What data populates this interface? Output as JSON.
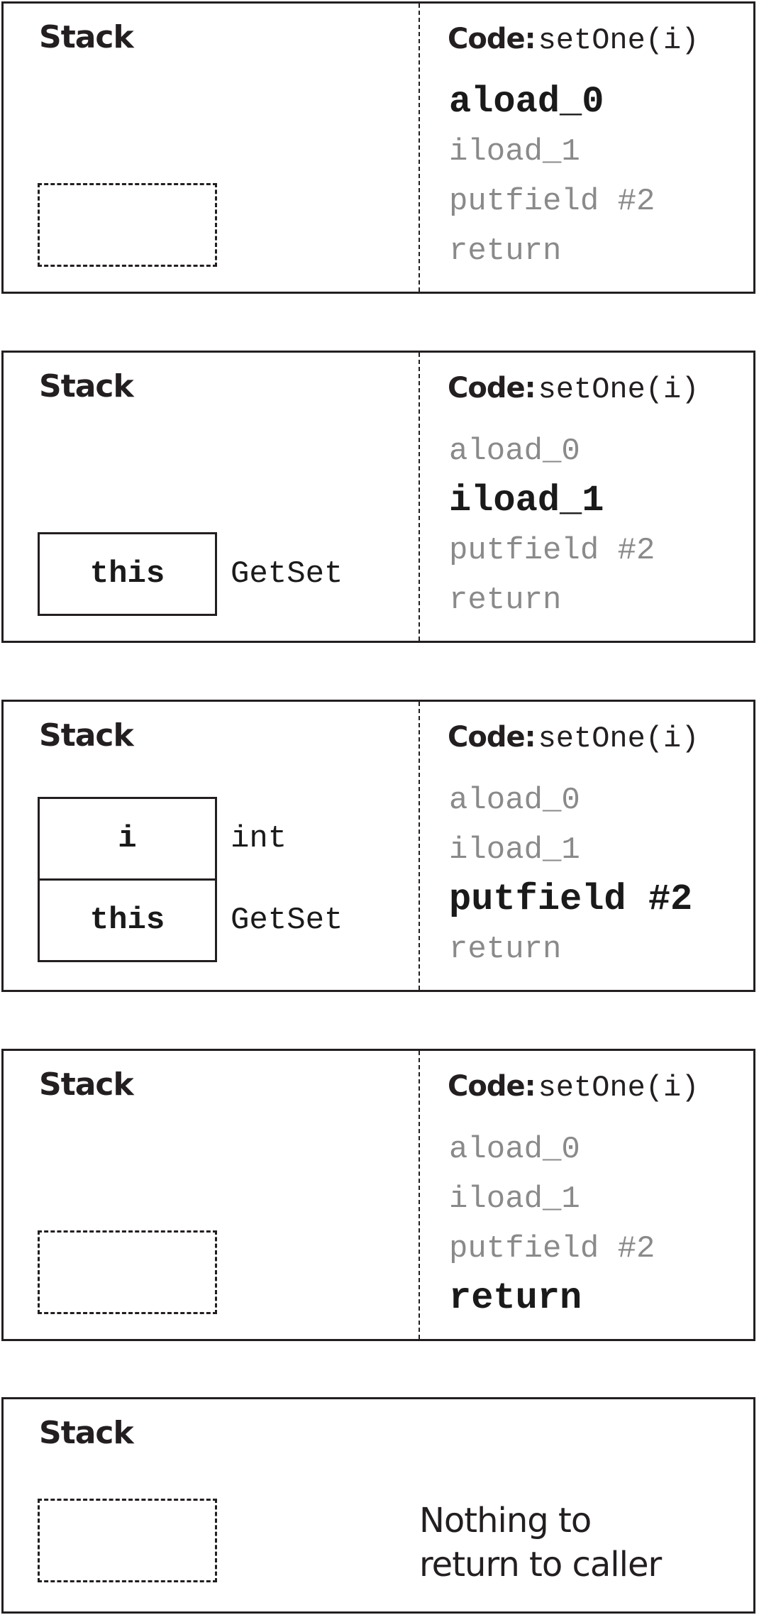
{
  "stack_label": "Stack",
  "code_label": "Code:",
  "method": "setOne(i)",
  "instructions": [
    "aload_0",
    "iload_1",
    "putfield #2",
    "return"
  ],
  "slot_values": {
    "this": "this",
    "i": "i"
  },
  "type_names": {
    "GetSet": "GetSet",
    "int": "int"
  },
  "final_note": {
    "line1": "Nothing to",
    "line2": "return to caller"
  },
  "colors": {
    "border": "#231f20",
    "active_text": "#1a1a1a",
    "inactive_text": "#8a8a8a"
  }
}
